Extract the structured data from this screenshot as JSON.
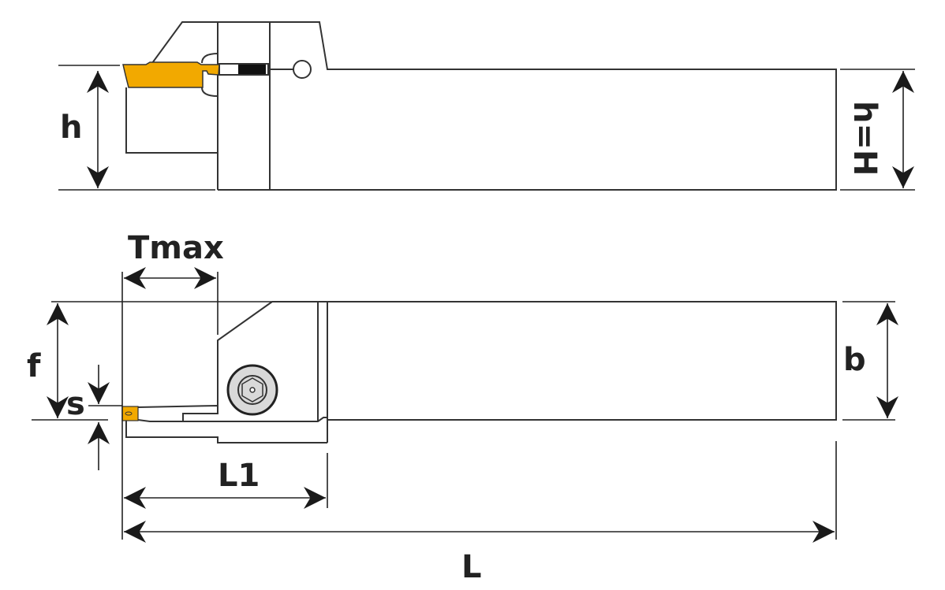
{
  "labels": {
    "h": "h",
    "h_eq_H": "h=H",
    "tmax": "Tmax",
    "f": "f",
    "s": "s",
    "b": "b",
    "l1": "L1",
    "l": "L"
  },
  "colors": {
    "insert": "#F2A900",
    "line": "#333333",
    "screw": "#D9D9D9"
  }
}
